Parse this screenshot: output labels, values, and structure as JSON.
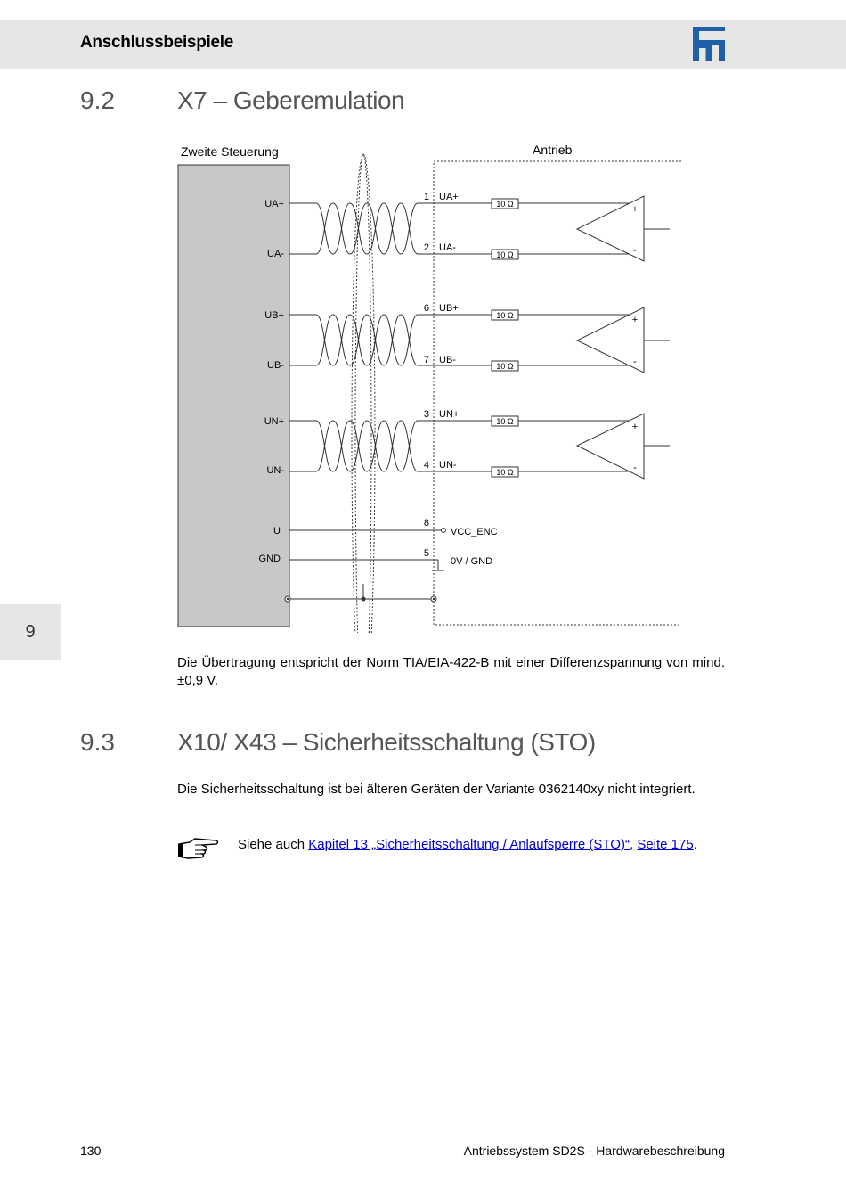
{
  "header": {
    "title": "Anschlussbeispiele"
  },
  "sections": [
    {
      "number": "9.2",
      "title": "X7 – Geberemulation"
    },
    {
      "number": "9.3",
      "title": "X10/ X43 – Sicherheitsschaltung (STO)"
    }
  ],
  "diagram": {
    "left_label": "Zweite Steuerung",
    "right_label": "Antrieb",
    "signals": [
      {
        "name": "UA+",
        "pin": "1",
        "drive": "UA+",
        "resistor": "10 Ω"
      },
      {
        "name": "UA-",
        "pin": "2",
        "drive": "UA-",
        "resistor": "10 Ω"
      },
      {
        "name": "UB+",
        "pin": "6",
        "drive": "UB+",
        "resistor": "10 Ω"
      },
      {
        "name": "UB-",
        "pin": "7",
        "drive": "UB-",
        "resistor": "10 Ω"
      },
      {
        "name": "UN+",
        "pin": "3",
        "drive": "UN+",
        "resistor": "10 Ω"
      },
      {
        "name": "UN-",
        "pin": "4",
        "drive": "UN-",
        "resistor": "10 Ω"
      }
    ],
    "supply": [
      {
        "name": "U",
        "pin": "8",
        "drive": "VCC_ENC"
      },
      {
        "name": "GND",
        "pin": "5",
        "drive": "0V / GND"
      }
    ],
    "amp_plus": "+",
    "amp_minus": "-"
  },
  "para_1": "Die Übertragung entspricht der Norm TIA/EIA-422-B mit einer Differenzspannung von mind. ±0,9 V.",
  "para_2": "Die Sicherheitsschaltung ist bei älteren Geräten der Variante 0362140xy nicht integ­riert.",
  "note": {
    "prefix": "Siehe auch ",
    "link_1": "Kapitel 13 „Sicherheitsschaltung / Anlaufsperre (STO)“,",
    "link_2": "Seite 175",
    "suffix": "."
  },
  "side_tab": "9",
  "footer": {
    "page": "130",
    "doc": "Antriebssystem SD2S - Hardwarebeschreibung"
  },
  "colors": {
    "header_bg": "#e6e6e6",
    "logo": "#1f5ea8",
    "link": "#0000cc",
    "block_fill": "#c8c8c8"
  }
}
